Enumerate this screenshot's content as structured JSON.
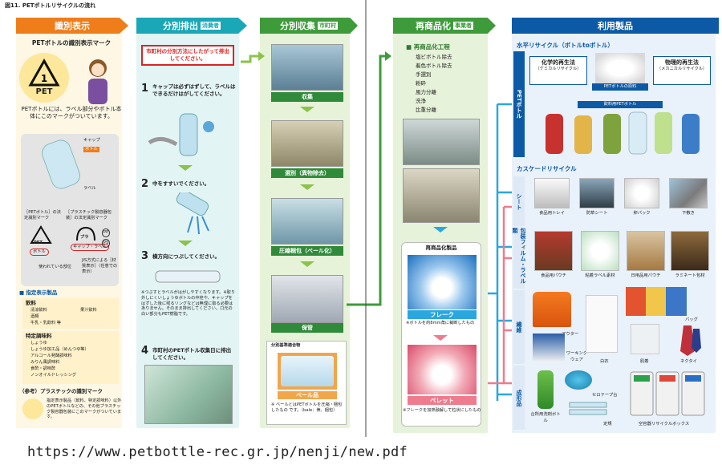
{
  "figure_title": "図11. PETボトルリサイクルの流れ",
  "col1": {
    "header": "識別表示",
    "mark_title": "PETボトルの識別表示マーク",
    "pet_label": "PET",
    "desc": "PETボトルには、ラベル部分やボトル本体にこのマークがついています。",
    "desc_red": "PETボトル",
    "bottle_cap": "キャップ",
    "bottle_body": "ボトル",
    "bottle_label": "ラベル",
    "mark1_caption": "［PETボトル］の法定識別マーク",
    "mark2_caption": "［プラスチック製容器包装］の法定識別マーク",
    "mark1_word": "PET",
    "mark1_sub": "ボトル",
    "mark2_word": "プラ",
    "mark2_sub": "キャップ・ラベル",
    "pp": "PP",
    "ps": "PS",
    "used_parts": "使われている部位",
    "jis": "JIS方式による［材質表示］（任意での表示）",
    "products_title": "■ 指定表示製品",
    "cat1": "飲料",
    "cat1_items": [
      "清涼飲料",
      "酒類",
      "牛乳・乳飲料 等"
    ],
    "cat1_extra": "果汁飲料",
    "cat2": "特定調味料",
    "cat2_items": [
      "しょうゆ",
      "しょうゆ加工品（めんつゆ等）",
      "アルコール発酵調味料",
      "みりん風調味料",
      "食酢・調味酢",
      "ノンオイルドレッシング"
    ],
    "ref_title": "（参考）プラスチックの識別マーク",
    "ref_text": "指定表示製品（飲料、特定調味料）以外のPETボトルなどの、その他プラスチック製容器包装にこのマークがついています。"
  },
  "col2": {
    "header": "分別排出",
    "sub": "消費者",
    "notice": "市町村の分別方法にしたがって排出してください。",
    "step1_num": "1",
    "step1": "キャップは必ずはずして、ラベルはできるだけはがしてください。",
    "step2_num": "2",
    "step2": "中をすすいでください。",
    "step3_num": "3",
    "step3": "横方向につぶしてください。",
    "note": "※つぶすとラベルがはがしやすくなります。※取り外しにくいしょうゆボトルの中栓や、キャップをはずした後に残るリングなどは無理に取る必要はありません。そのまま排出してください。口元の白い部分もPET樹脂です。",
    "step4_num": "4",
    "step4": "市町村のPETボトル収集日に排出してください。",
    "step4_red": "PETボトル収集日"
  },
  "col3": {
    "header": "分別収集",
    "sub": "市町村",
    "steps": [
      "収集",
      "選別（異物除去）",
      "圧縮梱包（ベール化）",
      "保管"
    ],
    "bale_title": "分別基準適合物",
    "bale_label": "ベール品",
    "bale_note": "※ ベールとはPETボトルを圧縮・梱包したもの です。（bale：俵、梱包）"
  },
  "col4": {
    "header": "再商品化",
    "sub": "事業者",
    "process_title": "■ 再商品化工程",
    "process": [
      "塩ビボトル除去",
      "着色ボトル除去",
      "手選別",
      "粉砕",
      "風力分離",
      "洗浄",
      "比重分離"
    ],
    "products_title": "再商品化製品",
    "flake": "フレーク",
    "flake_note": "※ボトルを約8mm角に裁断したもの",
    "pellet": "ペレット",
    "pellet_note": "※フレークを加熱融解して粒状にしたもの"
  },
  "col5": {
    "header": "利用製品",
    "horizontal_title": "水平リサイクル（ボトルtoボトル）",
    "chem": "化学的再生法",
    "chem_sub": "（ケミカルリサイクル）",
    "mech": "物理的再生法",
    "mech_sub": "（メカニカルリサイクル）",
    "raw": "PETボトルの原料",
    "bottle_use": "飲料用PETボトル",
    "pet_side": "PETボトル",
    "cascade_title": "カスケードリサイクル",
    "side_sheet": "シート",
    "side_film": "包装フィルム・ラベル類",
    "side_fiber": "繊維",
    "side_mold": "成形品",
    "row1": [
      "食品用トレイ",
      "防草シート",
      "卵パック",
      "下敷き"
    ],
    "row2": [
      "食品用パウチ",
      "粘着ラベル素材",
      "日用品用パウチ",
      "ラミネート包材"
    ],
    "row3": [
      "アウター",
      "ワーキングウェア",
      "白衣",
      "肌着",
      "バッグ",
      "ネクタイ"
    ],
    "row4": [
      "台所用洗剤ボトル",
      "セロテープ台",
      "定規",
      "空容器リサイクルボックス"
    ]
  },
  "source_url": "https://www.petbottle-rec.gr.jp/nenji/new.pdf"
}
